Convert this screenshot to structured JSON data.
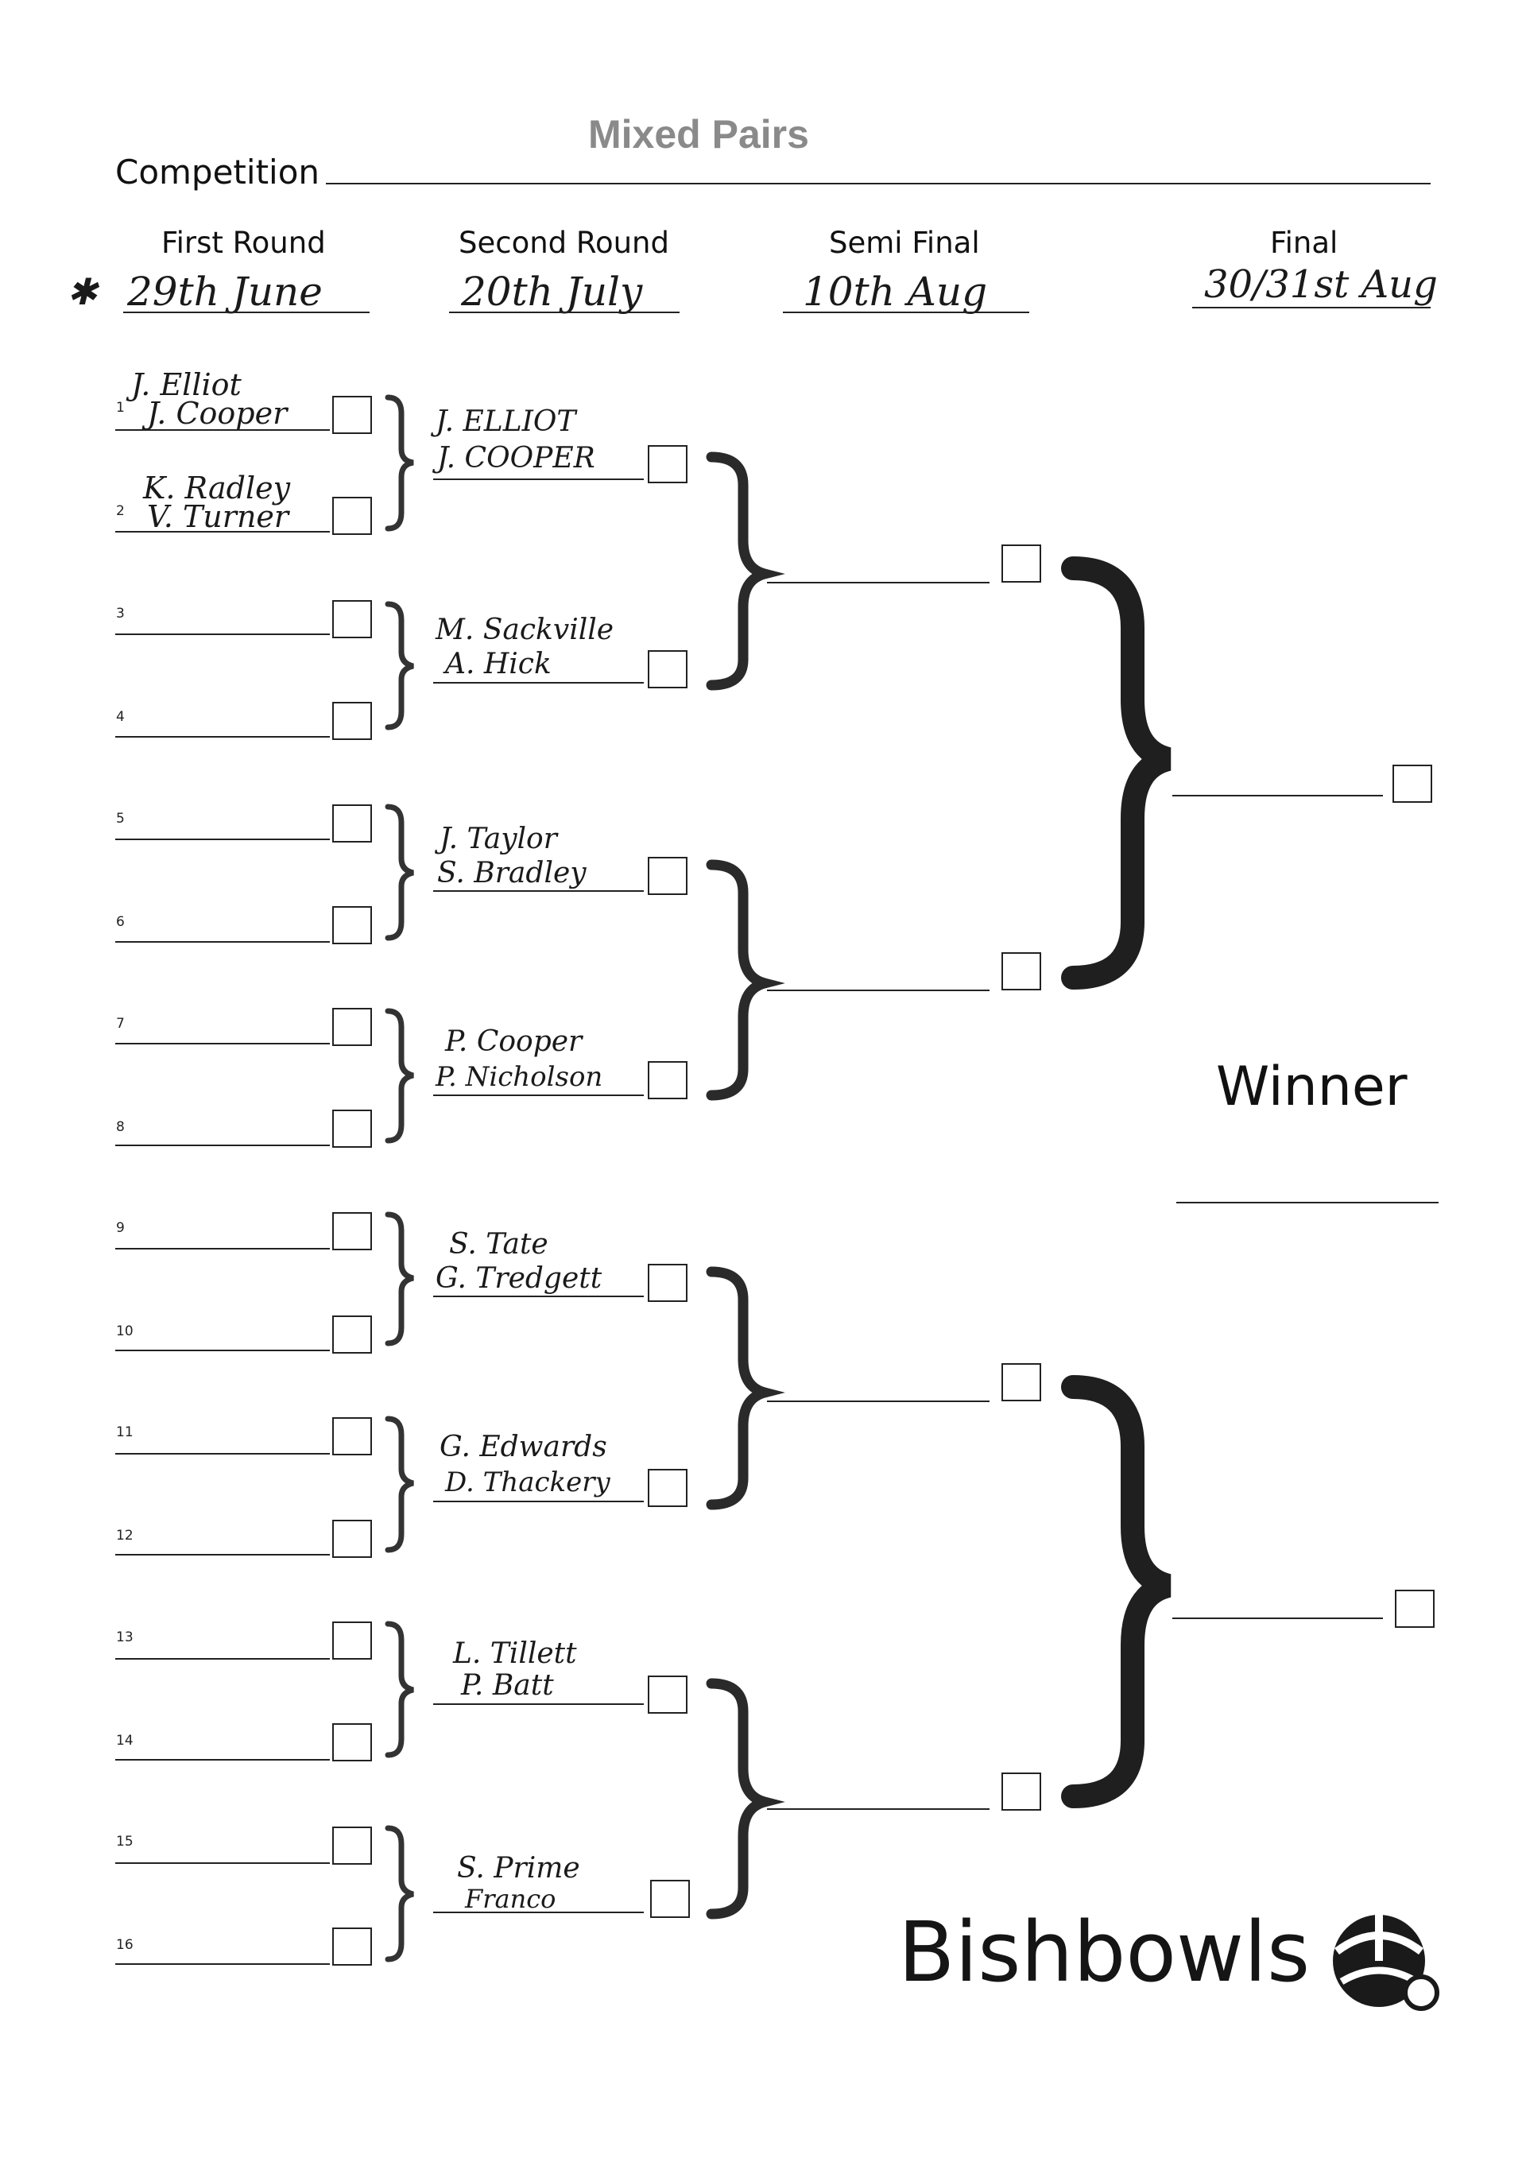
{
  "header": {
    "competition_label": "Competition",
    "competition_value": "Mixed Pairs"
  },
  "rounds": {
    "first": {
      "label": "First Round",
      "date": "29th June",
      "mark": "✱"
    },
    "second": {
      "label": "Second Round",
      "date": "20th July"
    },
    "semi": {
      "label": "Semi Final",
      "date": "10th Aug"
    },
    "final": {
      "label": "Final",
      "date": "30/31st Aug"
    }
  },
  "first_round_slots": [
    {
      "number": "1",
      "name_a": "J. Elliot",
      "name_b": "J. Cooper"
    },
    {
      "number": "2",
      "name_a": "K. Radley",
      "name_b": "V. Turner"
    },
    {
      "number": "3",
      "name_a": "",
      "name_b": ""
    },
    {
      "number": "4",
      "name_a": "",
      "name_b": ""
    },
    {
      "number": "5",
      "name_a": "",
      "name_b": ""
    },
    {
      "number": "6",
      "name_a": "",
      "name_b": ""
    },
    {
      "number": "7",
      "name_a": "",
      "name_b": ""
    },
    {
      "number": "8",
      "name_a": "",
      "name_b": ""
    },
    {
      "number": "9",
      "name_a": "",
      "name_b": ""
    },
    {
      "number": "10",
      "name_a": "",
      "name_b": ""
    },
    {
      "number": "11",
      "name_a": "",
      "name_b": ""
    },
    {
      "number": "12",
      "name_a": "",
      "name_b": ""
    },
    {
      "number": "13",
      "name_a": "",
      "name_b": ""
    },
    {
      "number": "14",
      "name_a": "",
      "name_b": ""
    },
    {
      "number": "15",
      "name_a": "",
      "name_b": ""
    },
    {
      "number": "16",
      "name_a": "",
      "name_b": ""
    }
  ],
  "second_round_slots": [
    {
      "name_a": "J. ELLIOT",
      "name_b": "J. COOPER"
    },
    {
      "name_a": "M. Sackville",
      "name_b": "A. Hick"
    },
    {
      "name_a": "J. Taylor",
      "name_b": "S. Bradley"
    },
    {
      "name_a": "P. Cooper",
      "name_b": "P. Nicholson"
    },
    {
      "name_a": "S. Tate",
      "name_b": "G. Tredgett"
    },
    {
      "name_a": "G. Edwards",
      "name_b": "D. Thackery"
    },
    {
      "name_a": "L. Tillett",
      "name_b": "P. Batt"
    },
    {
      "name_a": "S. Prime",
      "name_b": "Franco"
    }
  ],
  "winner": {
    "label": "Winner",
    "value": ""
  },
  "brand": {
    "name": "Bishbowls",
    "logo_icon": "bowls-ball-logo-icon"
  }
}
